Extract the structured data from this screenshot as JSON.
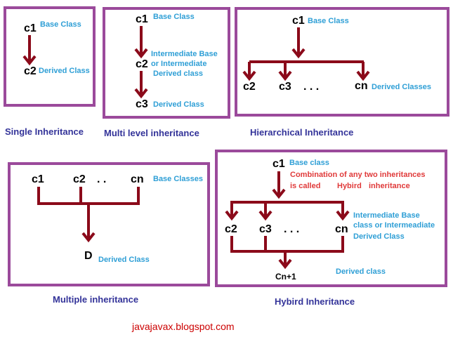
{
  "colors": {
    "panel_border": "#9b4a9b",
    "arrow": "#8b0a1a",
    "note_text": "#2f9fd6",
    "caption_text": "#333399",
    "hybrid_note_text": "#e03a3a",
    "footer_text": "#cc0000"
  },
  "single": {
    "caption": "Single Inheritance",
    "nodes": {
      "c1": "c1",
      "c2": "c2"
    },
    "notes": {
      "base": "Base Class",
      "derived": "Derived Class"
    }
  },
  "multilevel": {
    "caption": "Multi level inheritance",
    "nodes": {
      "c1": "c1",
      "c2": "c2",
      "c3": "c3"
    },
    "notes": {
      "base": "Base Class",
      "intermediate_1": "Intermediate Base",
      "intermediate_2": "or   Intermediate",
      "intermediate_3": "Derived class",
      "derived": "Derived Class"
    }
  },
  "hierarchical": {
    "caption": "Hierarchical Inheritance",
    "nodes": {
      "c1": "c1",
      "c2": "c2",
      "c3": "c3",
      "dots": ".  .  .",
      "cn": "cn"
    },
    "notes": {
      "base": "Base Class",
      "derived": "Derived Classes"
    }
  },
  "multiple": {
    "caption": "Multiple inheritance",
    "nodes": {
      "c1": "c1",
      "c2": "c2",
      "dots": ".  .",
      "cn": "cn",
      "d": "D"
    },
    "notes": {
      "base": "Base Classes",
      "derived": "Derived Class"
    }
  },
  "hybrid": {
    "caption": "Hybird Inheritance",
    "nodes": {
      "c1": "c1",
      "c2": "c2",
      "c3": "c3",
      "dots": ".  .  .",
      "cn": "cn",
      "cn1": "Cn+1"
    },
    "notes": {
      "base": "Base class",
      "combo_1": "Combination of any two inheritances",
      "combo_2": "is called",
      "combo_3": "Hybird",
      "combo_4": "inheritance",
      "intermediate_1": "Intermediate Base",
      "intermediate_2": "class or Intermeadiate",
      "intermediate_3": "Derived Class",
      "derived": "Derived class"
    }
  },
  "footer": {
    "site": "javajavax.blogspot.com"
  }
}
